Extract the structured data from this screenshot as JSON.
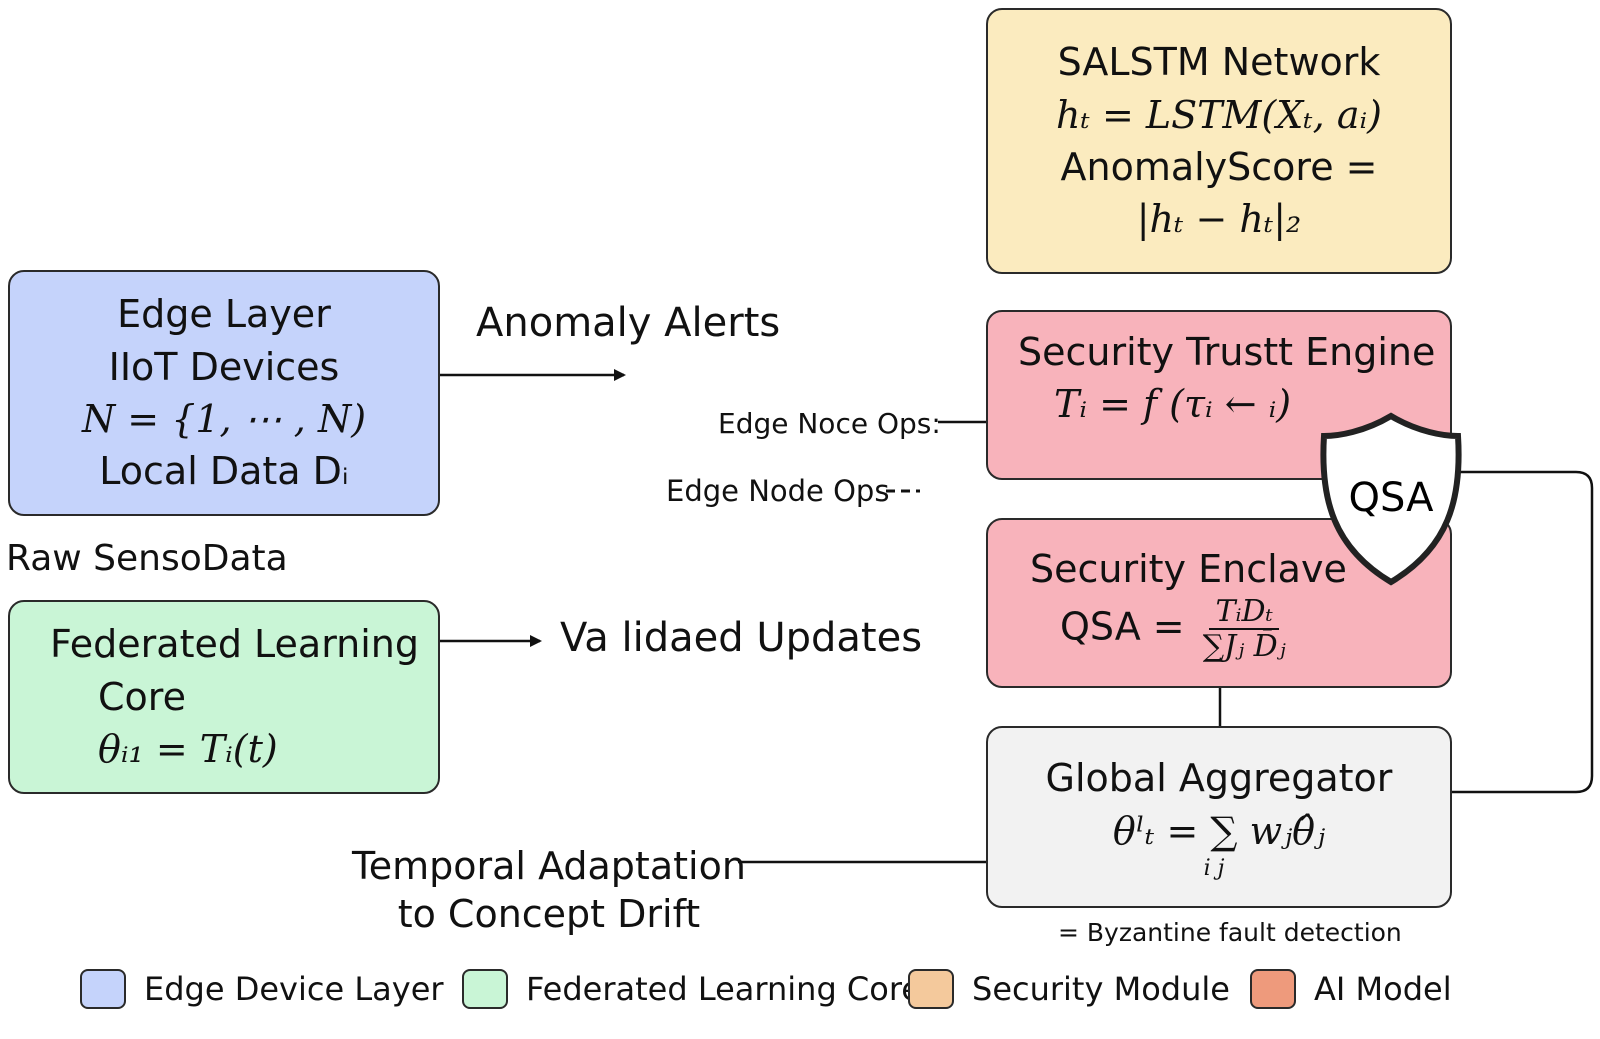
{
  "colors": {
    "edge": "#c5d3fb",
    "fl_core": "#c9f5d6",
    "salstm": "#fbebbf",
    "security": "#f8b3bb",
    "aggregator": "#f2f2f2",
    "legend_security": "#f4c99c",
    "legend_ai": "#ee9a7c"
  },
  "salstm": {
    "title": "SALSTM Network",
    "eq1": "hₜ = LSTM(Xₜ, aᵢ)",
    "eq2": "AnomalyScore =",
    "eq3": "|hₜ − hₜ|₂"
  },
  "edge": {
    "title": "Edge Layer",
    "subtitle": "IIoT Devices",
    "eq": "N = {1, ⋯ , N)",
    "local_data": "Local Data Dᵢ"
  },
  "trust": {
    "title": "Security Trustt Engine",
    "eq": "Tᵢ = f (τᵢ ← ᵢ)"
  },
  "enclave": {
    "title": "Security Enclave",
    "lhs": "QSA =",
    "num": "TᵢDₜ",
    "den": "∑Jⱼ D̄ⱼ"
  },
  "shield": {
    "label": "QSA"
  },
  "aggregator": {
    "title": "Global Aggregator",
    "eq": "θˡₜ = ∑ wⱼθ̂ⱼ",
    "sub": "i j"
  },
  "fl_core": {
    "title": "Federated Learning",
    "title2": "Core",
    "eq": "θᵢ₁ = Tᵢ(t)"
  },
  "labels": {
    "anomaly_alerts": "Anomaly Alerts",
    "edge_noce_ops": "Edge Noce Ops:",
    "edge_node_ops": "Edge Node Ops",
    "raw_sensor": "Raw SensoData",
    "validated_updates": "Va lidaed Updates",
    "temporal_1": "Temporal Adaptation",
    "temporal_2": "to Concept Drift",
    "byzantine": "= Byzantine fault detection"
  },
  "legend": [
    {
      "label": "Edge Device Layer",
      "color": "#c5d3fb"
    },
    {
      "label": "Federated Learning Core",
      "color": "#c9f5d6"
    },
    {
      "label": "Security Module",
      "color": "#f4c99c"
    },
    {
      "label": "AI Model",
      "color": "#ee9a7c"
    }
  ]
}
